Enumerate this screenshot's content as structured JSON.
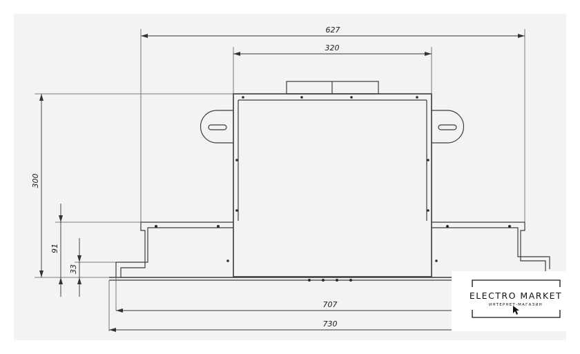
{
  "drawing": {
    "dimensions": {
      "overall_top": "627",
      "inner_top": "320",
      "height": "300",
      "step": "91",
      "base": "33",
      "width_mid": "707",
      "width_bottom": "730"
    }
  },
  "logo": {
    "name": "ELECTRO MARKET",
    "tagline": "ИНТЕРНЕТ-МАГАЗИН"
  }
}
